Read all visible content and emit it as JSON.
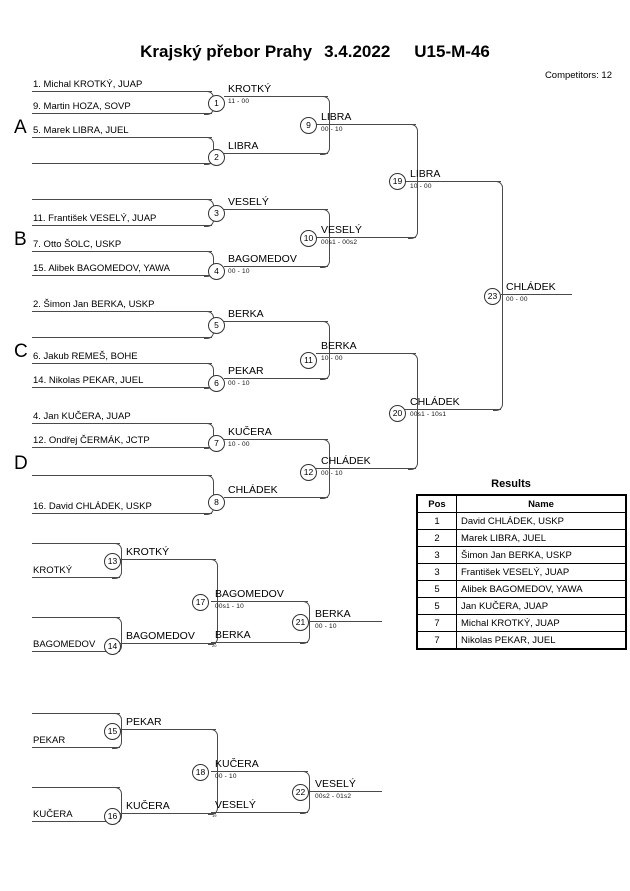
{
  "header": {
    "event": "Krajský přebor Prahy",
    "date": "3.4.2022",
    "category": "U15-M-46",
    "competitors_label": "Competitors: 12"
  },
  "groups": [
    {
      "letter": "A"
    },
    {
      "letter": "B"
    },
    {
      "letter": "C"
    },
    {
      "letter": "D"
    }
  ],
  "entrants": [
    {
      "label": "1. Michal KROTKÝ, JUAP"
    },
    {
      "label": "9. Martin HOZA, SOVP"
    },
    {
      "label": "5. Marek LIBRA, JUEL"
    },
    {
      "label": ""
    },
    {
      "label": ""
    },
    {
      "label": "11. František VESELÝ, JUAP"
    },
    {
      "label": "7. Otto ŠOLC, USKP"
    },
    {
      "label": "15. Alibek BAGOMEDOV, YAWA"
    },
    {
      "label": "2. Šimon Jan BERKA, USKP"
    },
    {
      "label": ""
    },
    {
      "label": "6. Jakub REMEŠ, BOHE"
    },
    {
      "label": "14. Nikolas PEKAR, JUEL"
    },
    {
      "label": "4. Jan KUČERA, JUAP"
    },
    {
      "label": "12. Ondřej ČERMÁK, JCTP"
    },
    {
      "label": ""
    },
    {
      "label": "16. David CHLÁDEK, USKP"
    }
  ],
  "bouts": {
    "m1": {
      "no": "1",
      "winner": "KROTKÝ",
      "score": "11 - 00"
    },
    "m2": {
      "no": "2",
      "winner": "LIBRA",
      "score": ""
    },
    "m3": {
      "no": "3",
      "winner": "VESELÝ",
      "score": ""
    },
    "m4": {
      "no": "4",
      "winner": "BAGOMEDOV",
      "score": "00 - 10"
    },
    "m5": {
      "no": "5",
      "winner": "BERKA",
      "score": ""
    },
    "m6": {
      "no": "6",
      "winner": "PEKAR",
      "score": "00 - 10"
    },
    "m7": {
      "no": "7",
      "winner": "KUČERA",
      "score": "10 - 00"
    },
    "m8": {
      "no": "8",
      "winner": "CHLÁDEK",
      "score": ""
    },
    "m9": {
      "no": "9",
      "winner": "LIBRA",
      "score": "00 - 10"
    },
    "m10": {
      "no": "10",
      "winner": "VESELÝ",
      "score": "00s1 - 00s2"
    },
    "m11": {
      "no": "11",
      "winner": "BERKA",
      "score": "10 - 00"
    },
    "m12": {
      "no": "12",
      "winner": "CHLÁDEK",
      "score": "00 - 10"
    },
    "m19": {
      "no": "19",
      "winner": "LIBRA",
      "score": "10 - 00"
    },
    "m20": {
      "no": "20",
      "winner": "CHLÁDEK",
      "score": "00s1 - 10s1"
    },
    "m23": {
      "no": "23",
      "winner": "CHLÁDEK",
      "score": "00 - 00"
    },
    "m13": {
      "no": "13",
      "winner": "KROTKÝ",
      "score": "",
      "feed": "KROTKÝ"
    },
    "m14": {
      "no": "14",
      "winner": "BAGOMEDOV",
      "score": "",
      "feed": "BAGOMEDOV"
    },
    "m17": {
      "no": "17",
      "winner": "BAGOMEDOV",
      "score": "00s1 - 10"
    },
    "m21": {
      "no": "21",
      "winner": "BERKA",
      "score": "00 - 10",
      "opponent": "BERKA",
      "opponent_ref": "20"
    },
    "m15": {
      "no": "15",
      "winner": "PEKAR",
      "score": "",
      "feed": "PEKAR"
    },
    "m16": {
      "no": "16",
      "winner": "KUČERA",
      "score": "",
      "feed": "KUČERA"
    },
    "m18": {
      "no": "18",
      "winner": "KUČERA",
      "score": "00 - 10"
    },
    "m22": {
      "no": "22",
      "winner": "VESELÝ",
      "score": "00s2 - 01s2",
      "opponent": "VESELÝ",
      "opponent_ref": "19"
    }
  },
  "results": {
    "title": "Results",
    "columns": [
      "Pos",
      "Name"
    ],
    "rows": [
      {
        "pos": "1",
        "name": "David CHLÁDEK, USKP"
      },
      {
        "pos": "2",
        "name": "Marek LIBRA, JUEL"
      },
      {
        "pos": "3",
        "name": "Šimon Jan BERKA, USKP"
      },
      {
        "pos": "3",
        "name": "František VESELÝ, JUAP"
      },
      {
        "pos": "5",
        "name": "Alibek BAGOMEDOV, YAWA"
      },
      {
        "pos": "5",
        "name": "Jan KUČERA, JUAP"
      },
      {
        "pos": "7",
        "name": "Michal KROTKÝ, JUAP"
      },
      {
        "pos": "7",
        "name": "Nikolas PEKAR, JUEL"
      }
    ]
  }
}
